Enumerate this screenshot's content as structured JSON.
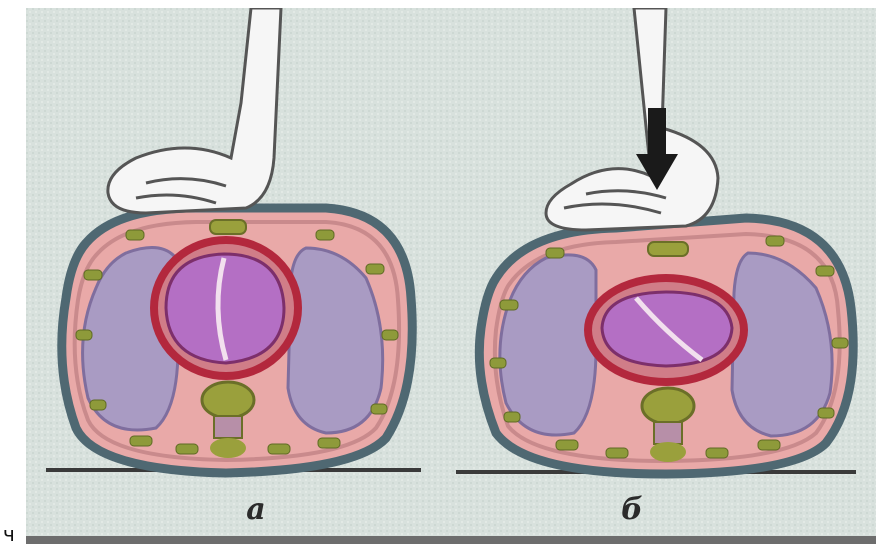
{
  "figure": {
    "panels": [
      {
        "label": "а",
        "state": "hand resting on chest"
      },
      {
        "label": "б",
        "state": "hand pressing chest, heart compressed"
      }
    ],
    "stray_text": "ч",
    "colors": {
      "background": "#d7e0dc",
      "body_outline": "#4f6872",
      "tissue": "#e9a9a8",
      "lung": "#a99bc3",
      "heart_wall": "#b3283d",
      "heart_chamber": "#b46fc4",
      "spine": "#9aa03c",
      "arrow": "#1a1a1a"
    },
    "icons": [
      "hand-icon",
      "down-arrow-icon"
    ]
  }
}
